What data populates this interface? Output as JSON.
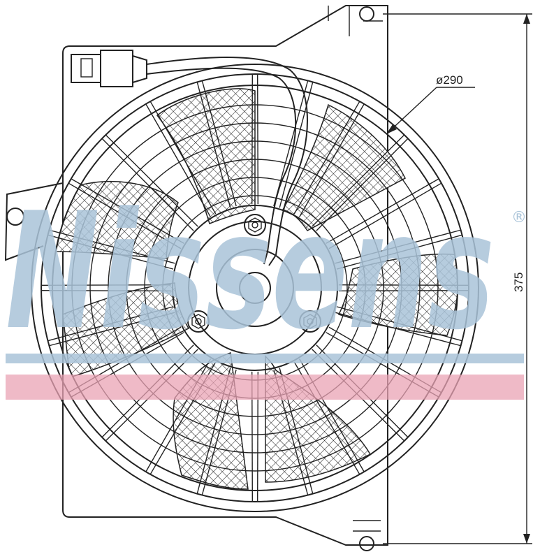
{
  "drawing": {
    "diameter_label": "ø290",
    "height_label": "375"
  },
  "watermark": {
    "brand": "Nissens",
    "registered": "®",
    "stripe_colors": {
      "blue": "#a9c3d8",
      "red": "#e9a3b4"
    }
  }
}
